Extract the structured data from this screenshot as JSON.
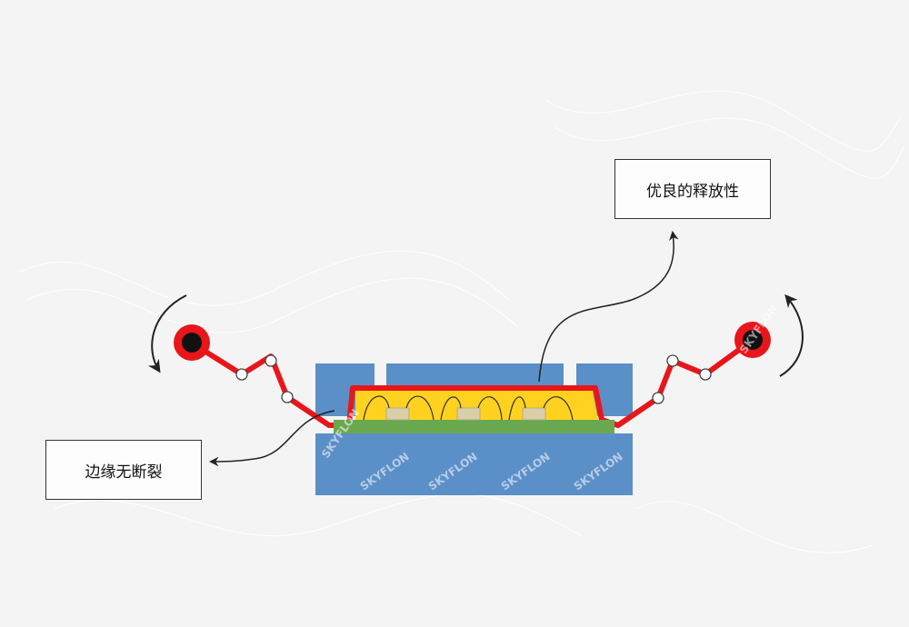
{
  "labels": {
    "release": "优良的释放性",
    "edge": "边缘无断裂"
  },
  "watermark": "SKYFLON",
  "colors": {
    "background": "#f4f4f4",
    "mold_blue": "#5b8fc7",
    "film_red": "#e8161b",
    "encapsulant_yellow": "#ffd21f",
    "substrate_green": "#6aa84f",
    "chip_tan": "#d8cfa8",
    "roller_black": "#111111",
    "arrow": "#222222"
  }
}
